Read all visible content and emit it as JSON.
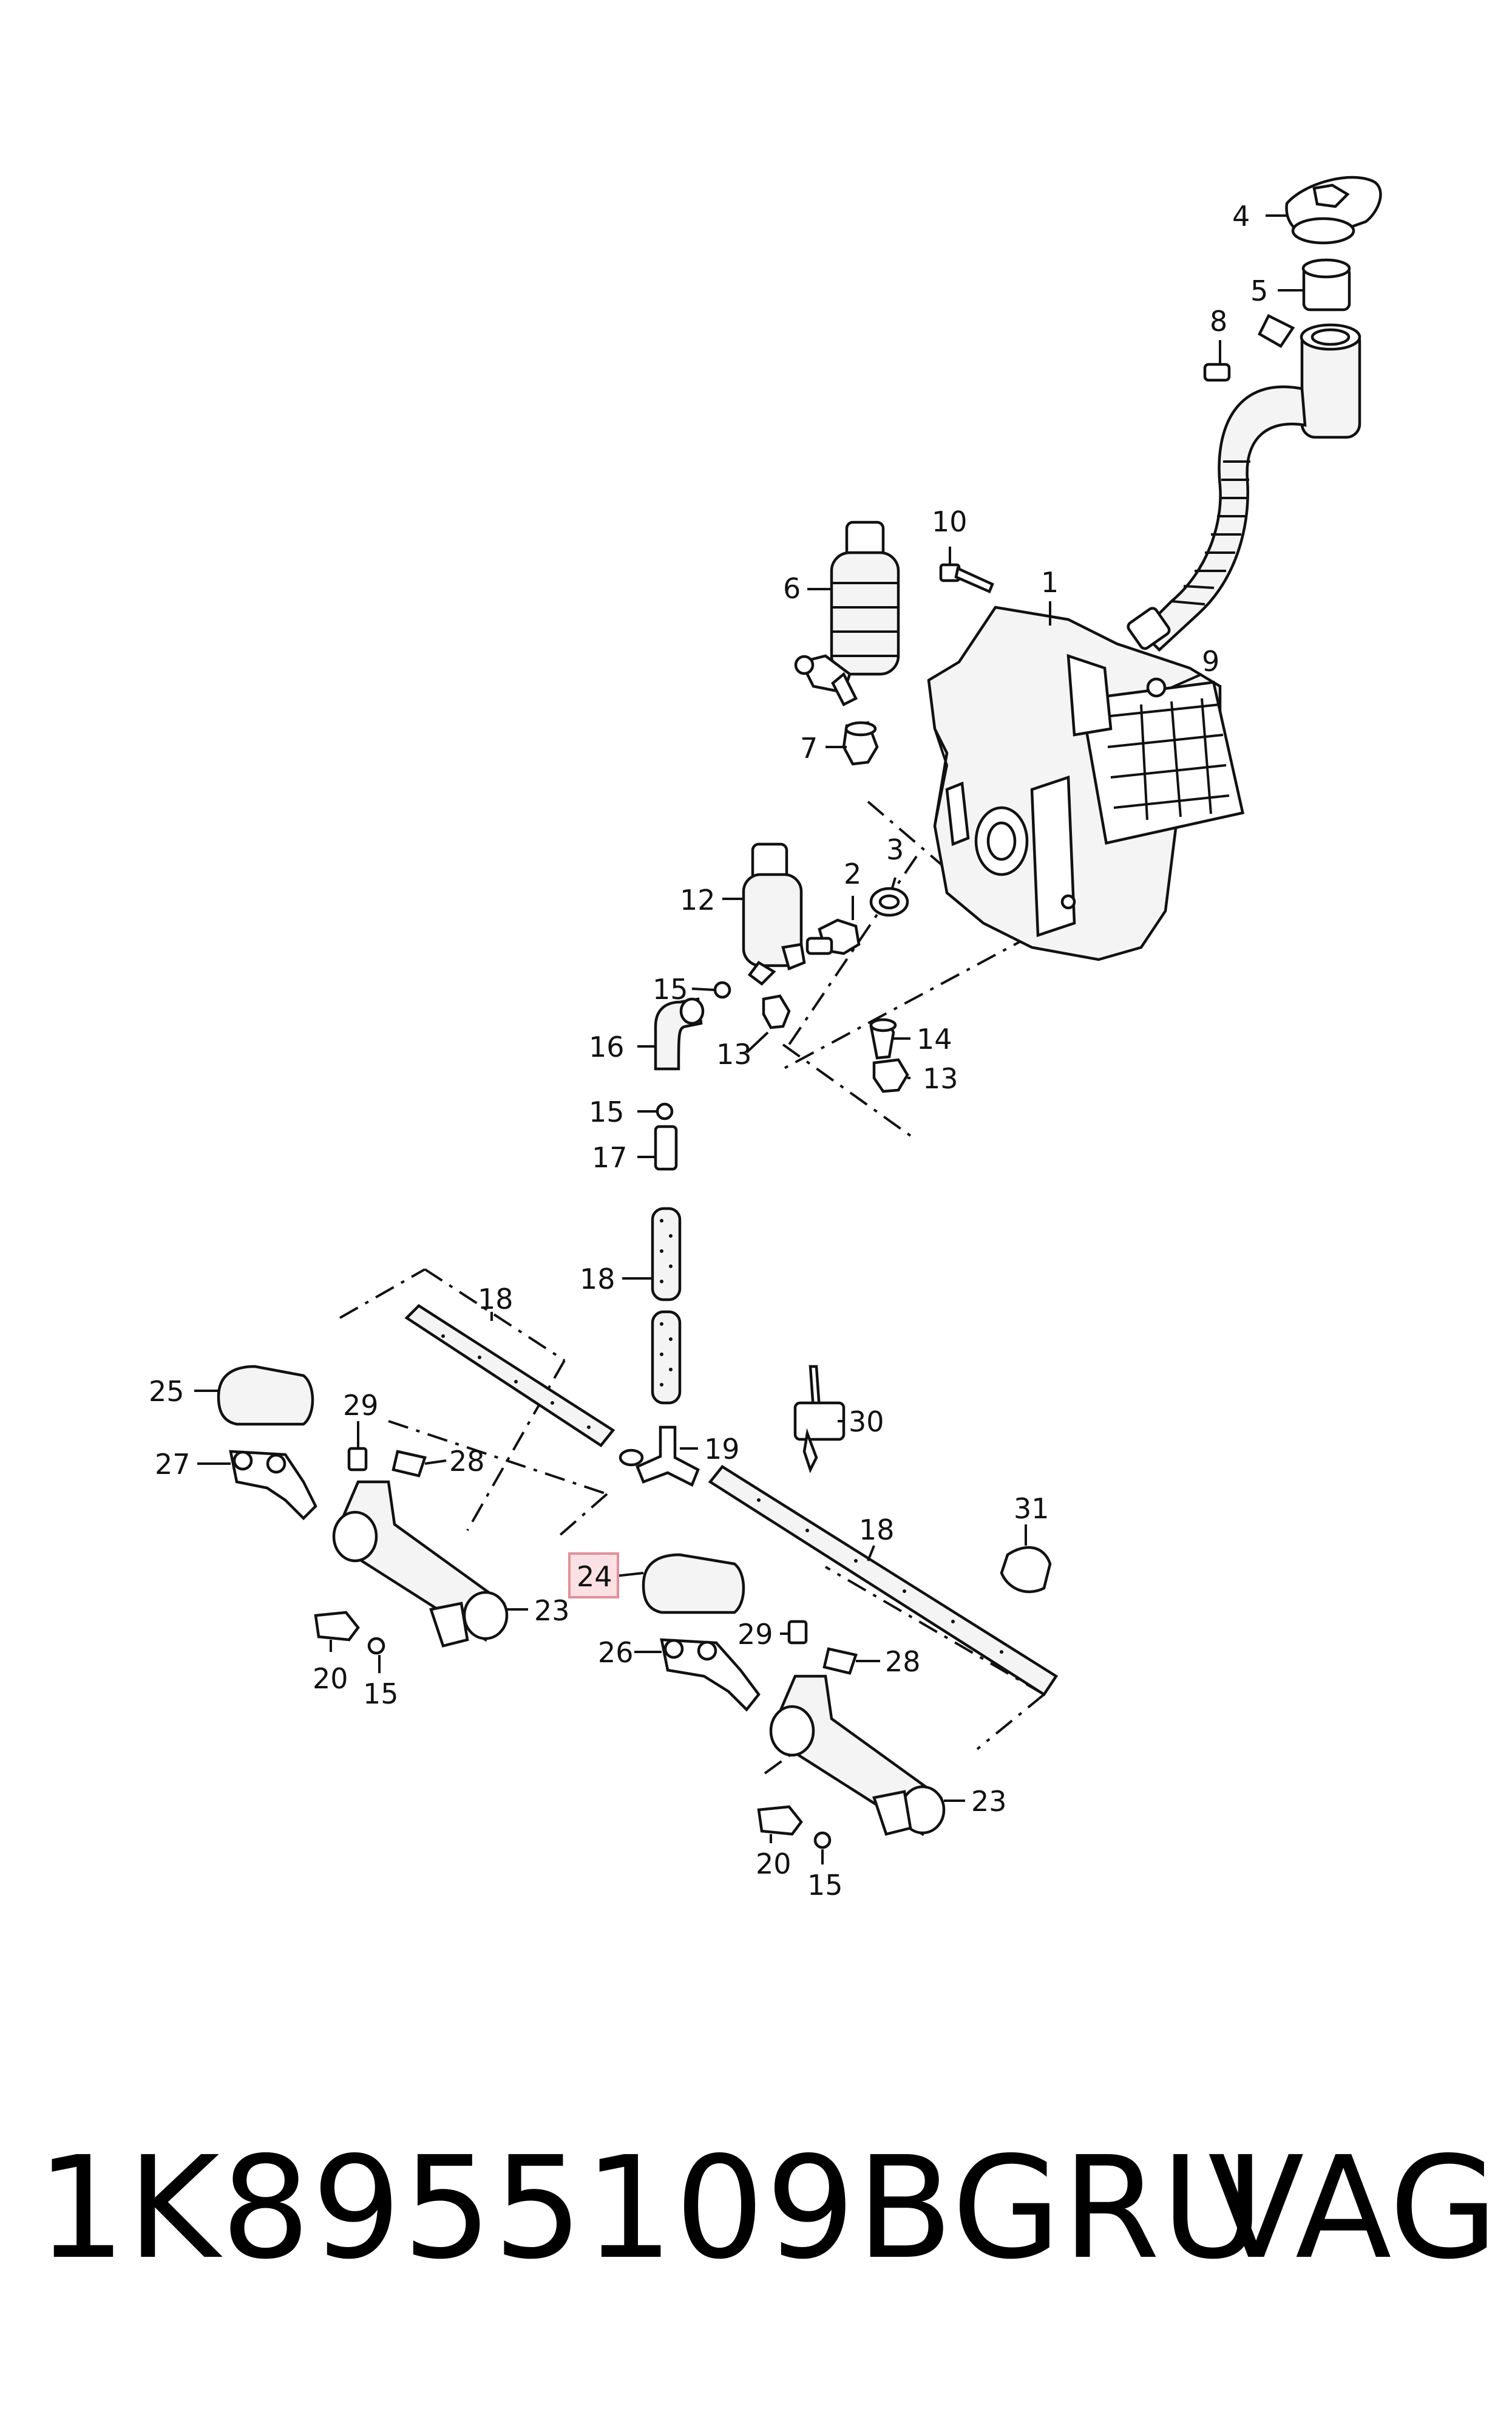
{
  "diagram": {
    "callouts": {
      "c1": "1",
      "c2": "2",
      "c3": "3",
      "c4": "4",
      "c5": "5",
      "c6": "6",
      "c7": "7",
      "c8": "8",
      "c9": "9",
      "c10": "10",
      "c12": "12",
      "c13a": "13",
      "c13b": "13",
      "c14": "14",
      "c15a": "15",
      "c15b": "15",
      "c15c": "15",
      "c15d": "15",
      "c16": "16",
      "c17": "17",
      "c18a": "18",
      "c18b": "18",
      "c18c": "18",
      "c19": "19",
      "c20a": "20",
      "c20b": "20",
      "c23a": "23",
      "c23b": "23",
      "c24": "24",
      "c25": "25",
      "c26": "26",
      "c27": "27",
      "c28a": "28",
      "c28b": "28",
      "c29a": "29",
      "c29b": "29",
      "c30": "30",
      "c31": "31"
    },
    "highlight_color": "#f0a0a8"
  },
  "footer": {
    "part_number": "1K8955109BGRU",
    "brand": "VAG"
  }
}
